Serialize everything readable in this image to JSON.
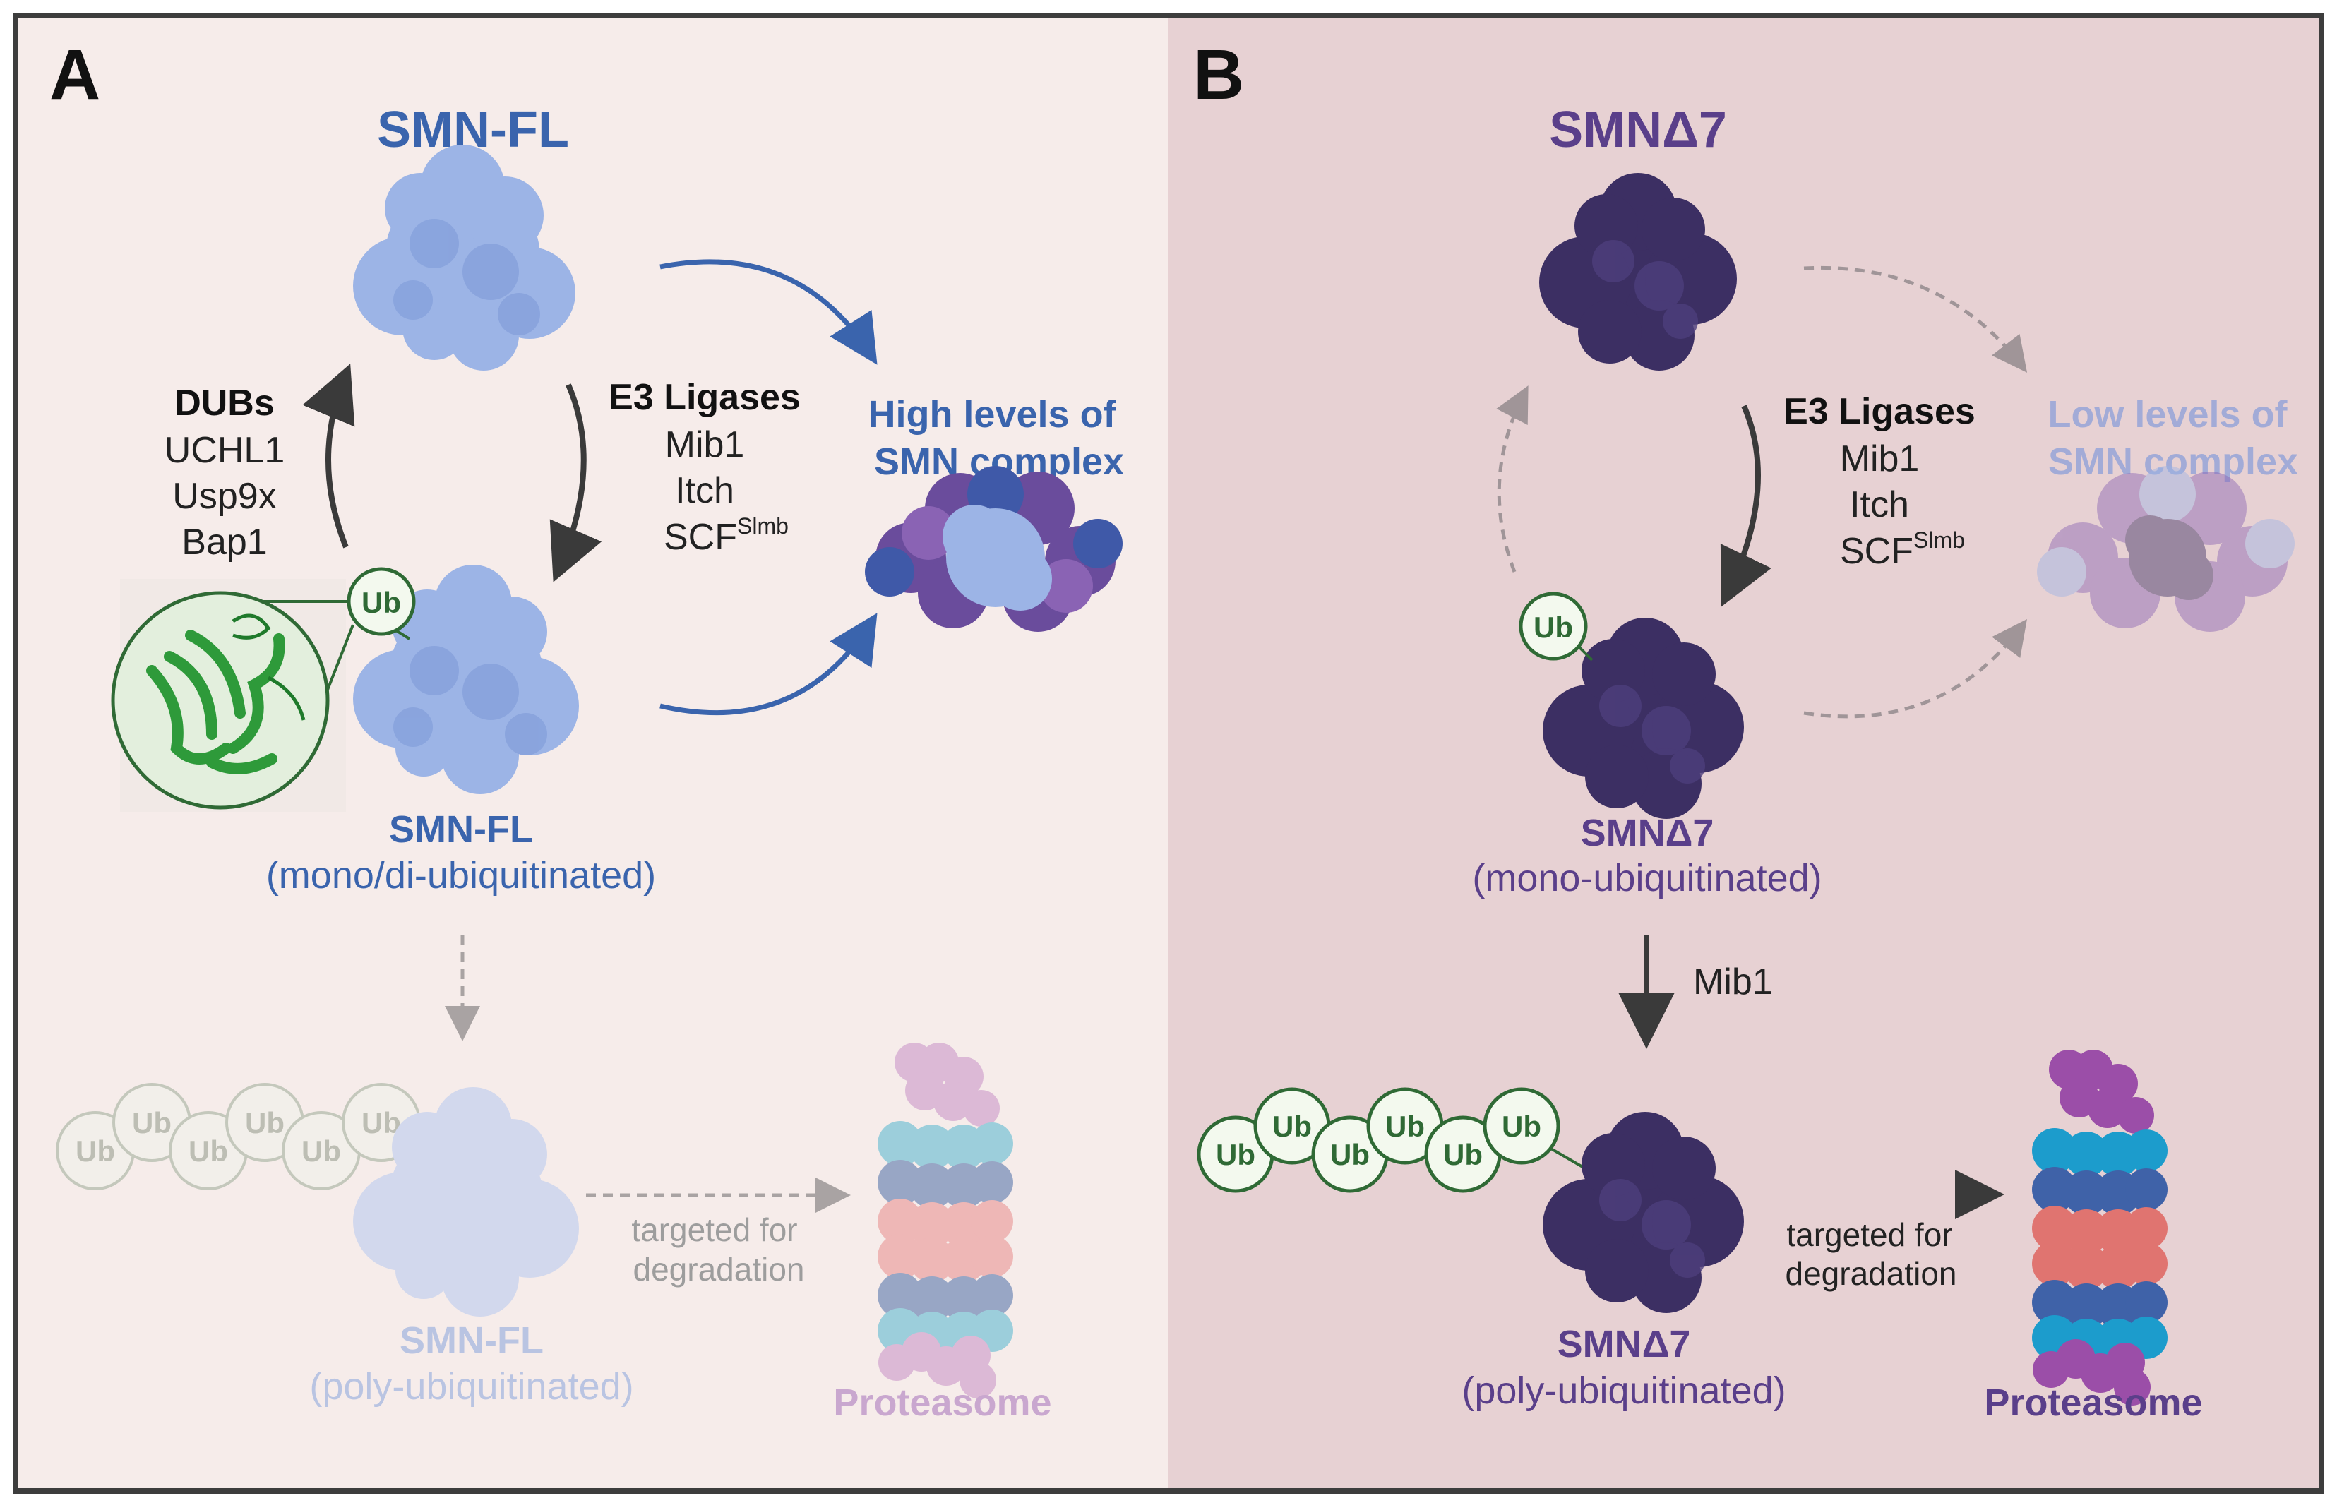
{
  "panels": {
    "a": {
      "letter": "A",
      "title": "SMN-FL",
      "dubs": {
        "title": "DUBs",
        "items": [
          "UCHL1",
          "Usp9x",
          "Bap1"
        ]
      },
      "e3": {
        "title": "E3 Ligases",
        "items": [
          "Mib1",
          "Itch",
          "SCF"
        ],
        "superscript": "Slmb"
      },
      "complex_label": [
        "High levels of",
        "SMN complex"
      ],
      "mono": {
        "name": "SMN-FL",
        "state": "(mono/di-ubiquitinated)"
      },
      "poly": {
        "name": "SMN-FL",
        "state": "(poly-ubiquitinated)"
      },
      "degradation_label": [
        "targeted for",
        "degradation"
      ],
      "proteasome_label": "Proteasome",
      "ub_label": "Ub"
    },
    "b": {
      "letter": "B",
      "title": "SMNΔ7",
      "e3": {
        "title": "E3 Ligases",
        "items": [
          "Mib1",
          "Itch",
          "SCF"
        ],
        "superscript": "Slmb"
      },
      "complex_label": [
        "Low levels of",
        "SMN complex"
      ],
      "mono": {
        "name": "SMNΔ7",
        "state": "(mono-ubiquitinated)"
      },
      "mib1_label": "Mib1",
      "poly": {
        "name": "SMNΔ7",
        "state": "(poly-ubiquitinated)"
      },
      "degradation_label": [
        "targeted for",
        "degradation"
      ],
      "proteasome_label": "Proteasome",
      "ub_label": "Ub"
    }
  },
  "colors": {
    "panel_a_bg": "#f6ecea",
    "panel_b_bg": "#e7d1d3",
    "smn_fl_blue": "#3a64ad",
    "smn_d7_purple": "#5a3f8a",
    "protein_light": "#9cb4e6",
    "protein_dark": "#3c2f63",
    "ub_green": "#2f6a35"
  }
}
